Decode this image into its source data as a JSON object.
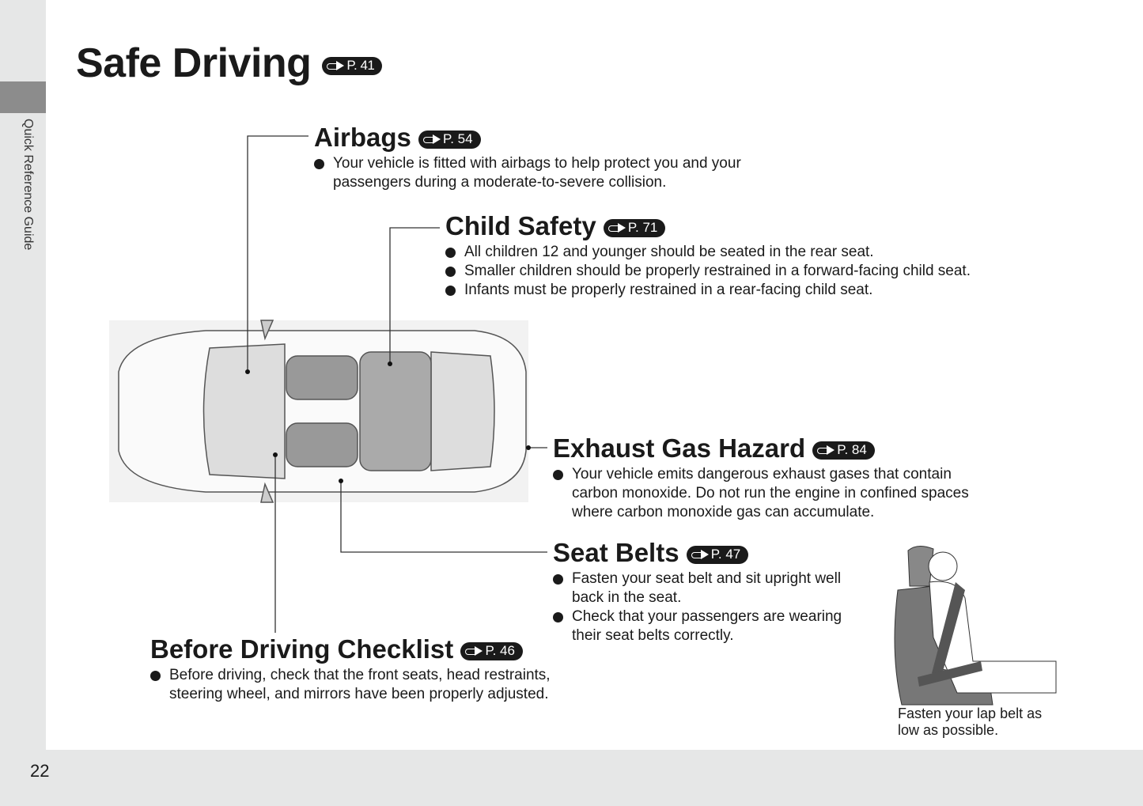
{
  "sidebar": {
    "label": "Quick Reference Guide"
  },
  "page_number": "22",
  "title": "Safe Driving",
  "title_ref": "P. 41",
  "sections": [
    {
      "title": "Airbags",
      "ref": "P. 54",
      "bullets": [
        "Your vehicle is fitted with airbags to help protect you and your passengers during a moderate-to-severe collision."
      ]
    },
    {
      "title": "Child Safety",
      "ref": "P. 71",
      "bullets": [
        "All children 12 and younger should be seated in the rear seat.",
        "Smaller children should be properly restrained in a forward-facing child seat.",
        "Infants must be properly restrained in a rear-facing child seat."
      ]
    },
    {
      "title": "Exhaust Gas Hazard",
      "ref": "P. 84",
      "bullets": [
        "Your vehicle emits dangerous exhaust gases that contain carbon monoxide. Do not run the engine in confined spaces where carbon monoxide gas can accumulate."
      ]
    },
    {
      "title": "Seat Belts",
      "ref": "P. 47",
      "bullets": [
        "Fasten your seat belt and sit upright well back in the seat.",
        "Check that your passengers are wearing their seat belts correctly."
      ]
    },
    {
      "title": "Before Driving Checklist",
      "ref": "P. 46",
      "bullets": [
        "Before driving, check that the front seats, head restraints, steering wheel, and mirrors have been properly adjusted."
      ]
    }
  ],
  "illustration_caption": "Fasten your lap belt as low as possible."
}
